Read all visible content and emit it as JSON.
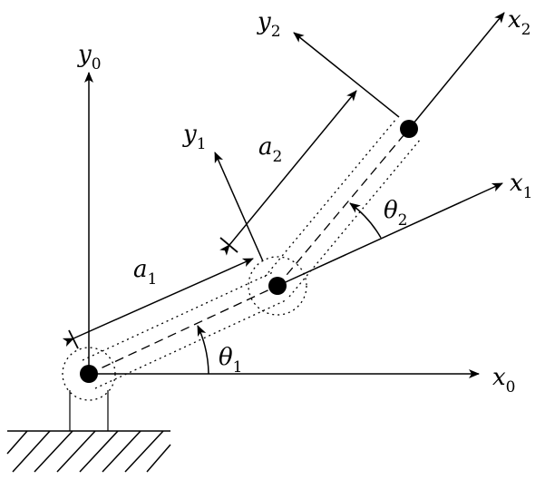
{
  "diagram": {
    "stroke_color": "#000000",
    "background": "#ffffff",
    "labels": {
      "x0": {
        "base": "x",
        "sub": "0"
      },
      "y0": {
        "base": "y",
        "sub": "0"
      },
      "x1": {
        "base": "x",
        "sub": "1"
      },
      "y1": {
        "base": "y",
        "sub": "1"
      },
      "x2": {
        "base": "x",
        "sub": "2"
      },
      "y2": {
        "base": "y",
        "sub": "2"
      },
      "a1": {
        "base": "a",
        "sub": "1"
      },
      "a2": {
        "base": "a",
        "sub": "2"
      },
      "theta1": {
        "base": "θ",
        "sub": "1"
      },
      "theta2": {
        "base": "θ",
        "sub": "2"
      }
    }
  }
}
